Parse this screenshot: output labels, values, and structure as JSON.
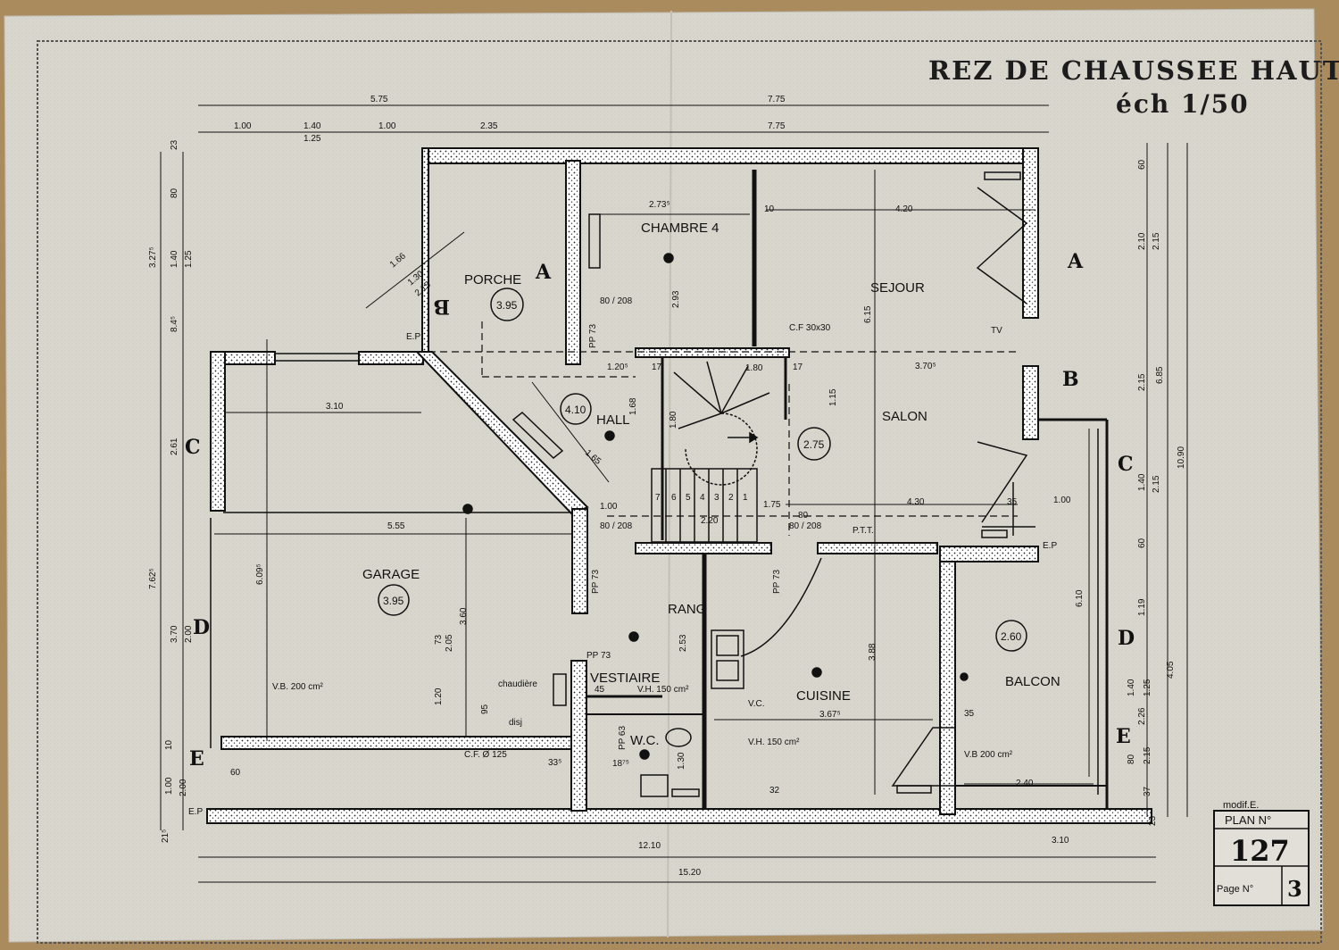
{
  "title": "REZ DE CHAUSSEE HAUT",
  "scale": "éch 1/50",
  "rooms": {
    "chambre": "CHAMBRE 4",
    "porche": "PORCHE",
    "sejour": "SEJOUR",
    "salon": "SALON",
    "hall": "HALL",
    "garage": "GARAGE",
    "rang": "RANG",
    "vestiaire": "VESTIAIRE",
    "wc": "W.C.",
    "cuisine": "CUISINE",
    "balcon": "BALCON"
  },
  "levels": {
    "porche": "3.95",
    "hall": "4.10",
    "garage": "3.95",
    "sejour": "2.75",
    "balcon": "2.60"
  },
  "sections": [
    "A",
    "A",
    "B",
    "B",
    "C",
    "C",
    "D",
    "D",
    "E",
    "E"
  ],
  "annotations": {
    "cf_top": "C.F 30x30",
    "tv": "TV",
    "ptt": "P.T.T.",
    "ep1": "E.P",
    "ep2": "E.P",
    "ep3": "E.P",
    "vb_garage": "V.B. 200 cm²",
    "chaudiere": "chaudière",
    "disj": "disj",
    "cf_bottom": "C.F. Ø 125",
    "vh_vest": "V.H. 150 cm²",
    "vh_kitchen": "V.H. 150 cm²",
    "vc": "V.C.",
    "vb_balcon": "V.B 200 cm²",
    "pp73_a": "PP 73",
    "pp73_b": "PP 73",
    "pp73_c": "PP 73",
    "pp73_d": "PP 73",
    "pp63": "PP 63",
    "dim_80_208_a": "80 / 208",
    "dim_80_208_b": "80 / 208",
    "dim_80_208_c": "80 / 208"
  },
  "dimensions": {
    "top_row1": [
      "5.75",
      "7.75"
    ],
    "top_row2": [
      "1.00",
      "1.40",
      "1.00",
      "2.35",
      "7.75"
    ],
    "top_sub": "1.25",
    "left": [
      "3.27⁵",
      "8.4⁵",
      "2.61",
      "7.62⁵",
      "3.70",
      "1.25",
      "1.40",
      "80",
      "23",
      "2.00",
      "10",
      "1.00",
      "2.00",
      "21⁵"
    ],
    "right": [
      "60",
      "2.10",
      "2.15",
      "2.15",
      "1.40",
      "60",
      "1.19",
      "1.40",
      "80",
      "6.85",
      "10.90",
      "2.15",
      "4.05",
      "1.25",
      "2.26",
      "2.15",
      "37",
      "23"
    ],
    "interior": [
      "3.10",
      "5.55",
      "6.09⁵",
      "3.60",
      "4.30",
      "6.15",
      "4.20",
      "2.73⁵",
      "2.93",
      "3.70⁵",
      "1.80",
      "1.20⁵",
      "1.68",
      "1.65",
      "2.53",
      "3.88",
      "3.67⁵",
      "6.10",
      "2.40",
      "1.00",
      "1.15",
      "1.00",
      "2.20",
      "2.05",
      "95",
      "1.20",
      "60",
      "45",
      "35",
      "35",
      "17",
      "17",
      "10",
      "33⁵",
      "18⁷⁵",
      "1.30",
      "1.66",
      "1.30",
      "2.15",
      "1.80",
      "1.75",
      "32",
      "73",
      "80"
    ],
    "bottom": [
      "12.10",
      "3.10",
      "15.20"
    ]
  },
  "stair_numbers": [
    "7",
    "6",
    "5",
    "4",
    "3",
    "2",
    "1"
  ],
  "cartouche": {
    "modif": "modif.E.",
    "plan_label": "PLAN N°",
    "plan_number": "127",
    "page_label": "Page N°",
    "page_number": "3"
  }
}
